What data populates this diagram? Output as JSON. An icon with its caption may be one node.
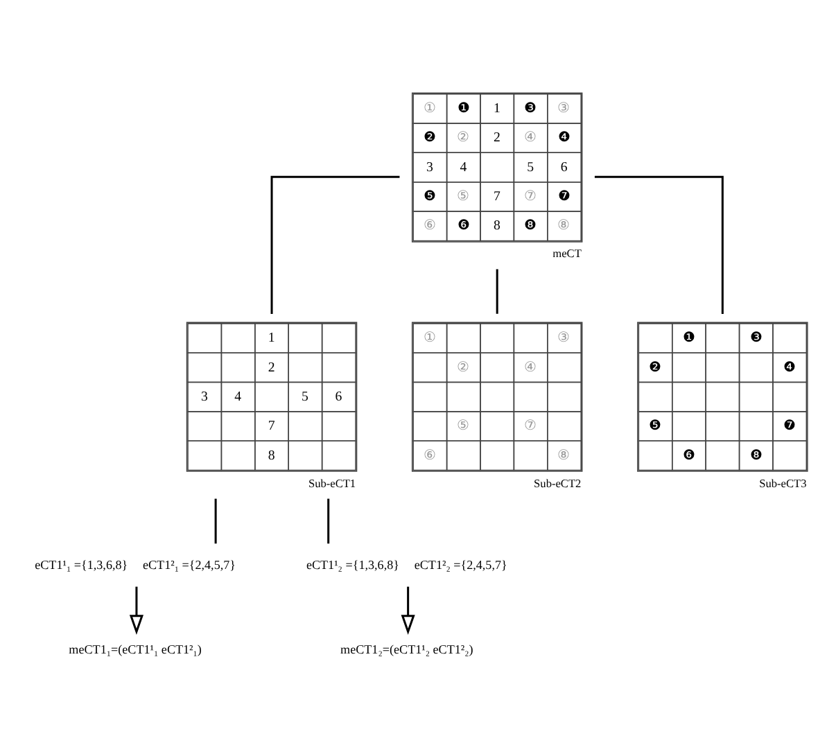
{
  "diagram": {
    "nodes": [
      {
        "text": [
          "①",
          "❶",
          "1",
          "❸",
          "③",
          "❷",
          "②",
          "2",
          "④",
          "❹",
          "3",
          "4",
          "5",
          "6",
          "❺",
          "⑤",
          "7",
          "⑦",
          "❼",
          "⑥",
          "❻",
          "8",
          "❽",
          "⑧"
        ],
        "beside": [
          "meCT"
        ]
      },
      {
        "text": [
          "1",
          "2",
          "3",
          "4",
          "5",
          "6",
          "7",
          "8"
        ],
        "beside": [
          "Sub-eCT1"
        ]
      },
      {
        "text": [
          "①",
          "③",
          "②",
          "④",
          "⑤",
          "⑦",
          "⑥",
          "⑧"
        ],
        "beside": [
          "Sub-eCT2"
        ]
      },
      {
        "text": [
          "❶",
          "❸",
          "❷",
          "❹",
          "❺",
          "❼",
          "❻",
          "❽"
        ],
        "beside": [
          "Sub-eCT3"
        ]
      },
      {
        "text": [
          "eCT1¹₁ ={1,3,6,8}",
          "eCT1²₁ ={2,4,5,7}"
        ]
      },
      {
        "text": [
          "eCT1¹₂ ={1,3,6,8}",
          "eCT1²₂ ={2,4,5,7}"
        ]
      },
      {
        "text": [
          "meCT1₁=(eCT1¹₁ eCT1²₁)"
        ]
      },
      {
        "text": [
          "meCT1₂=(eCT1¹₂ eCT1²₂)"
        ]
      }
    ],
    "edges": [
      {
        "from": 0,
        "to": 1,
        "arrow": "none"
      },
      {
        "from": 0,
        "to": 2,
        "arrow": "none"
      },
      {
        "from": 0,
        "to": 3,
        "arrow": "none"
      },
      {
        "from": 1,
        "to": 4,
        "arrow": "none"
      },
      {
        "from": 1,
        "to": 5,
        "arrow": "none"
      },
      {
        "from": 4,
        "to": 6,
        "arrow": "to"
      },
      {
        "from": 5,
        "to": 7,
        "arrow": "to"
      }
    ]
  }
}
